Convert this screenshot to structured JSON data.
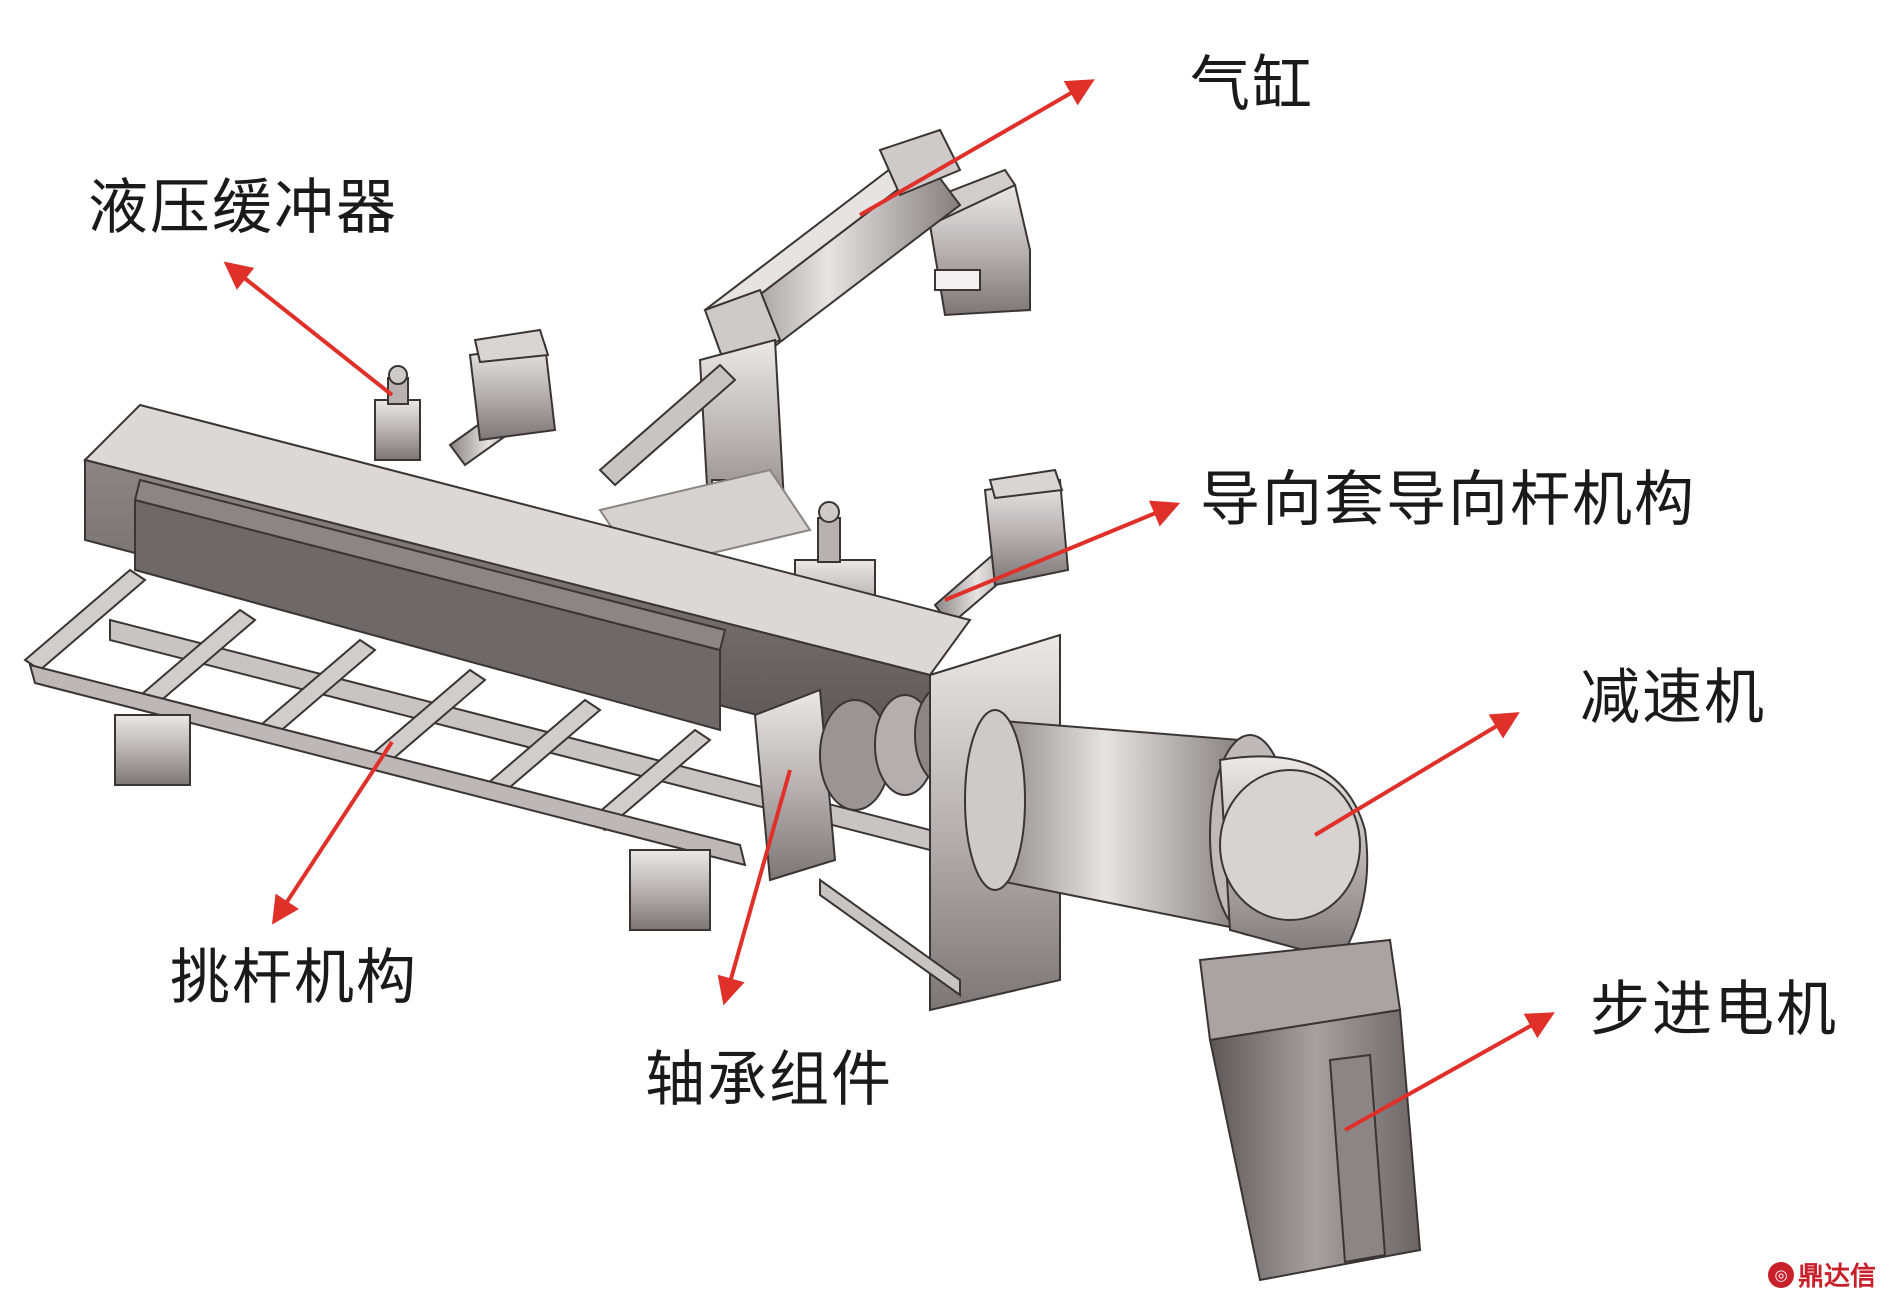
{
  "labels": {
    "cylinder": "气缸",
    "hydraulic_buffer": "液压缓冲器",
    "guide_mechanism": "导向套导向杆机构",
    "reducer": "减速机",
    "lift_bar_mechanism": "挑杆机构",
    "stepper_motor": "步进电机",
    "bearing_assembly": "轴承组件"
  },
  "watermark": {
    "text": "鼎达信"
  },
  "colors": {
    "arrow": "#e0302a",
    "metal_light": "#d9d6d6",
    "metal_mid": "#a9a3a4",
    "metal_dark": "#6f6869",
    "outline": "#3a3435"
  }
}
